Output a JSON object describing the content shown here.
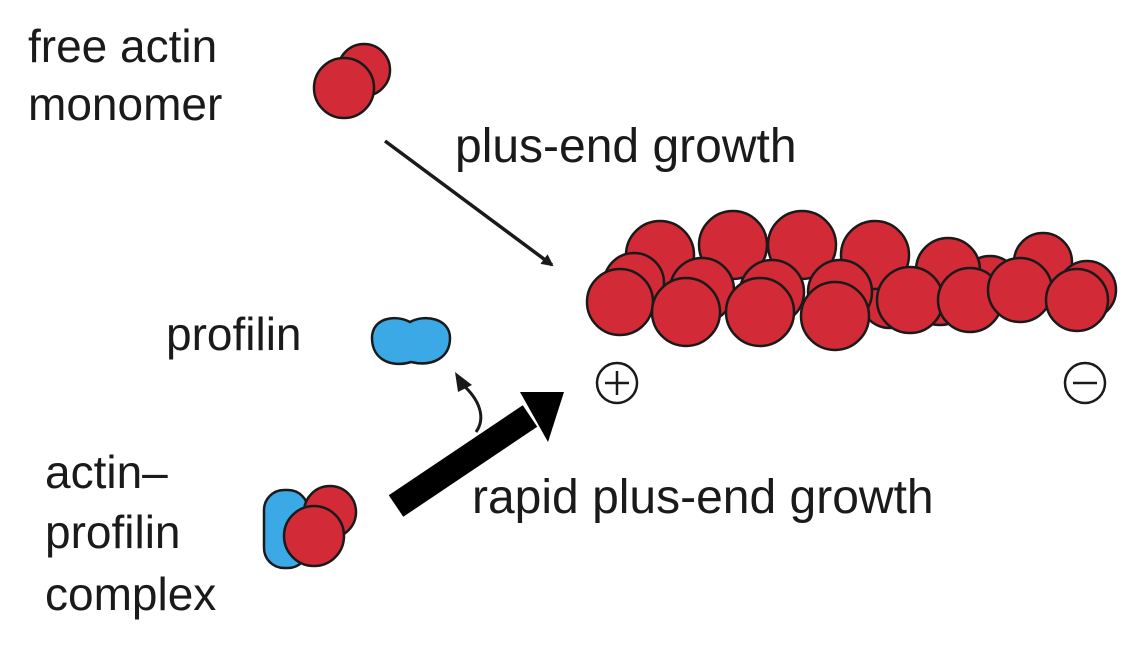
{
  "labels": {
    "free_monomer_line1": "free actin",
    "free_monomer_line2": "monomer",
    "plus_end_growth": "plus-end growth",
    "profilin": "profilin",
    "complex_line1": "actin–",
    "complex_line2": "profilin",
    "complex_line3": "complex",
    "rapid_growth": "rapid plus-end growth"
  },
  "colors": {
    "actin": "#d22a36",
    "profilin": "#3aa9e6",
    "outline": "#1a1a1a"
  },
  "icons": {
    "free_monomer": "actin-monomer-icon",
    "profilin": "profilin-icon",
    "complex": "actin-profilin-complex-icon",
    "filament": "actin-filament-icon",
    "plus_end": "plus-sign-icon",
    "minus_end": "minus-sign-icon"
  }
}
